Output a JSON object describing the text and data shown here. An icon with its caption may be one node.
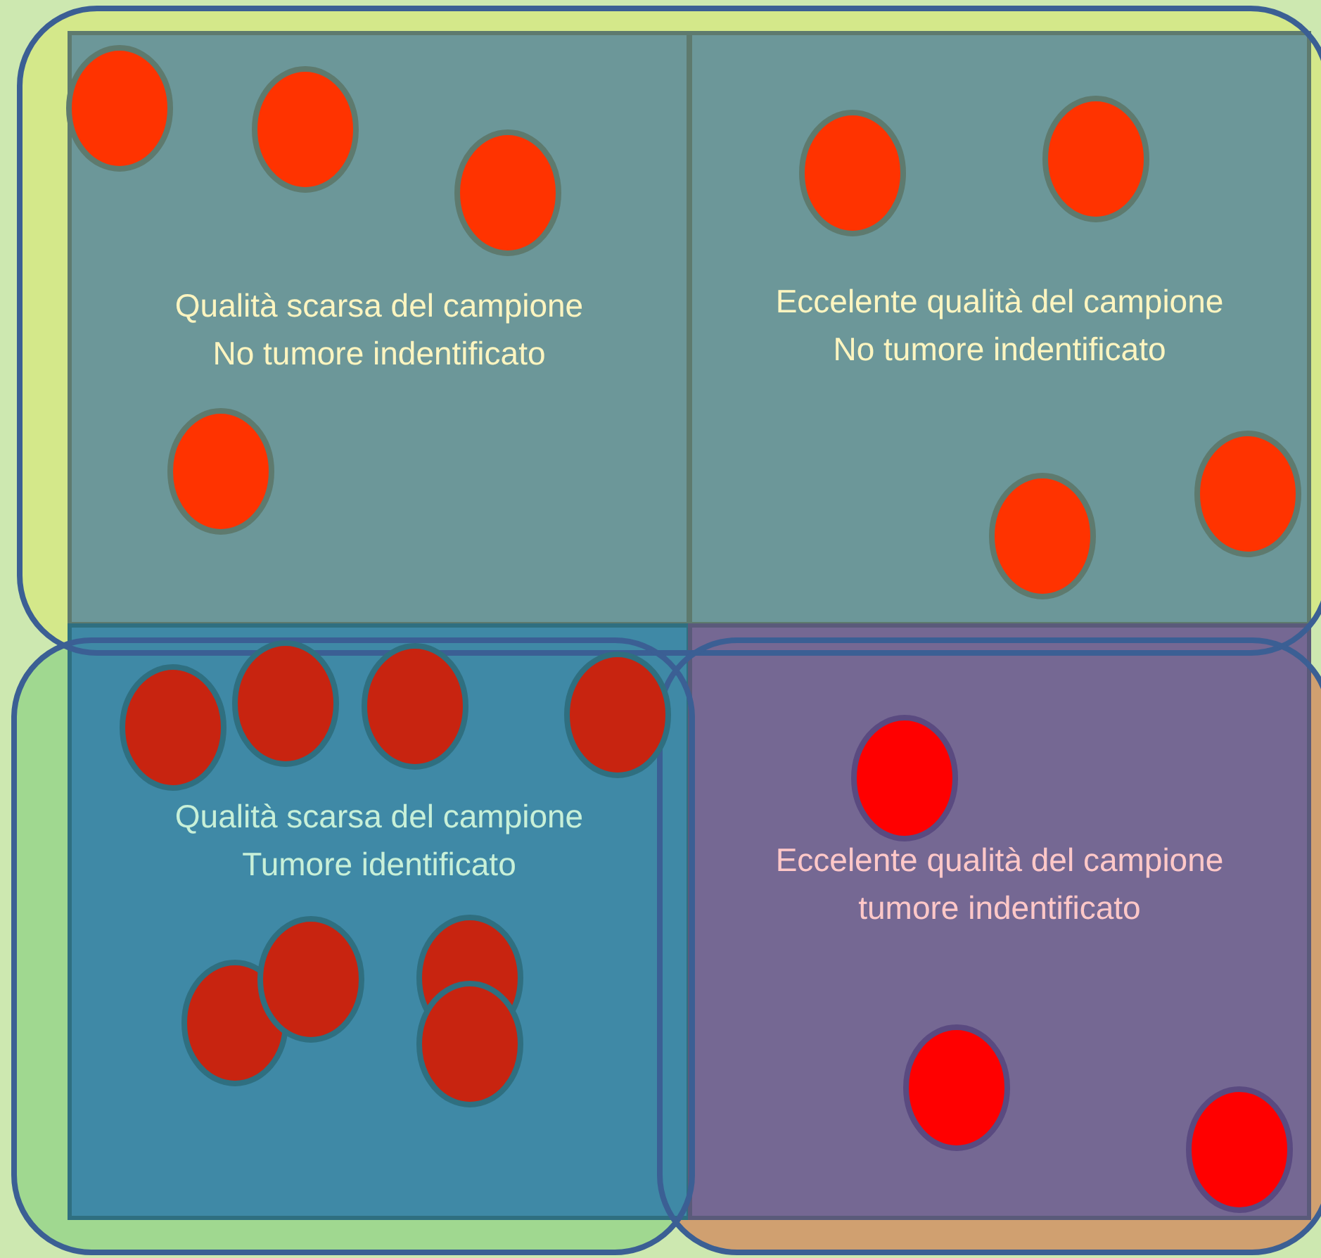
{
  "diagram": {
    "nodes": [
      {
        "text": [
          "Qualità scarsa del campione",
          "No tumore indentificato"
        ]
      },
      {
        "text": [
          "Eccelente qualità del campione",
          "No tumore indentificato"
        ]
      },
      {
        "text": [
          "Qualità scarsa del campione",
          "Tumore identificato"
        ]
      },
      {
        "text": [
          "Eccelente qualità del campione",
          "tumore indentificato"
        ]
      },
      {
        "text": [],
        "shape": "circle",
        "in": 0
      },
      {
        "text": [],
        "shape": "circle",
        "in": 0
      },
      {
        "text": [],
        "shape": "circle",
        "in": 0
      },
      {
        "text": [],
        "shape": "circle",
        "in": 0
      },
      {
        "text": [],
        "shape": "circle",
        "in": 1
      },
      {
        "text": [],
        "shape": "circle",
        "in": 1
      },
      {
        "text": [],
        "shape": "circle",
        "in": 1
      },
      {
        "text": [],
        "shape": "circle",
        "in": 1
      },
      {
        "text": [],
        "shape": "circle",
        "in": 2
      },
      {
        "text": [],
        "shape": "circle",
        "in": 2
      },
      {
        "text": [],
        "shape": "circle",
        "in": 2
      },
      {
        "text": [],
        "shape": "circle",
        "in": 2
      },
      {
        "text": [],
        "shape": "circle",
        "in": 2
      },
      {
        "text": [],
        "shape": "circle",
        "in": 2
      },
      {
        "text": [],
        "shape": "circle",
        "in": 2
      },
      {
        "text": [],
        "shape": "circle",
        "in": 2
      },
      {
        "text": [],
        "shape": "circle",
        "in": 3
      },
      {
        "text": [],
        "shape": "circle",
        "in": 3
      },
      {
        "text": [],
        "shape": "circle",
        "in": 3
      }
    ]
  }
}
